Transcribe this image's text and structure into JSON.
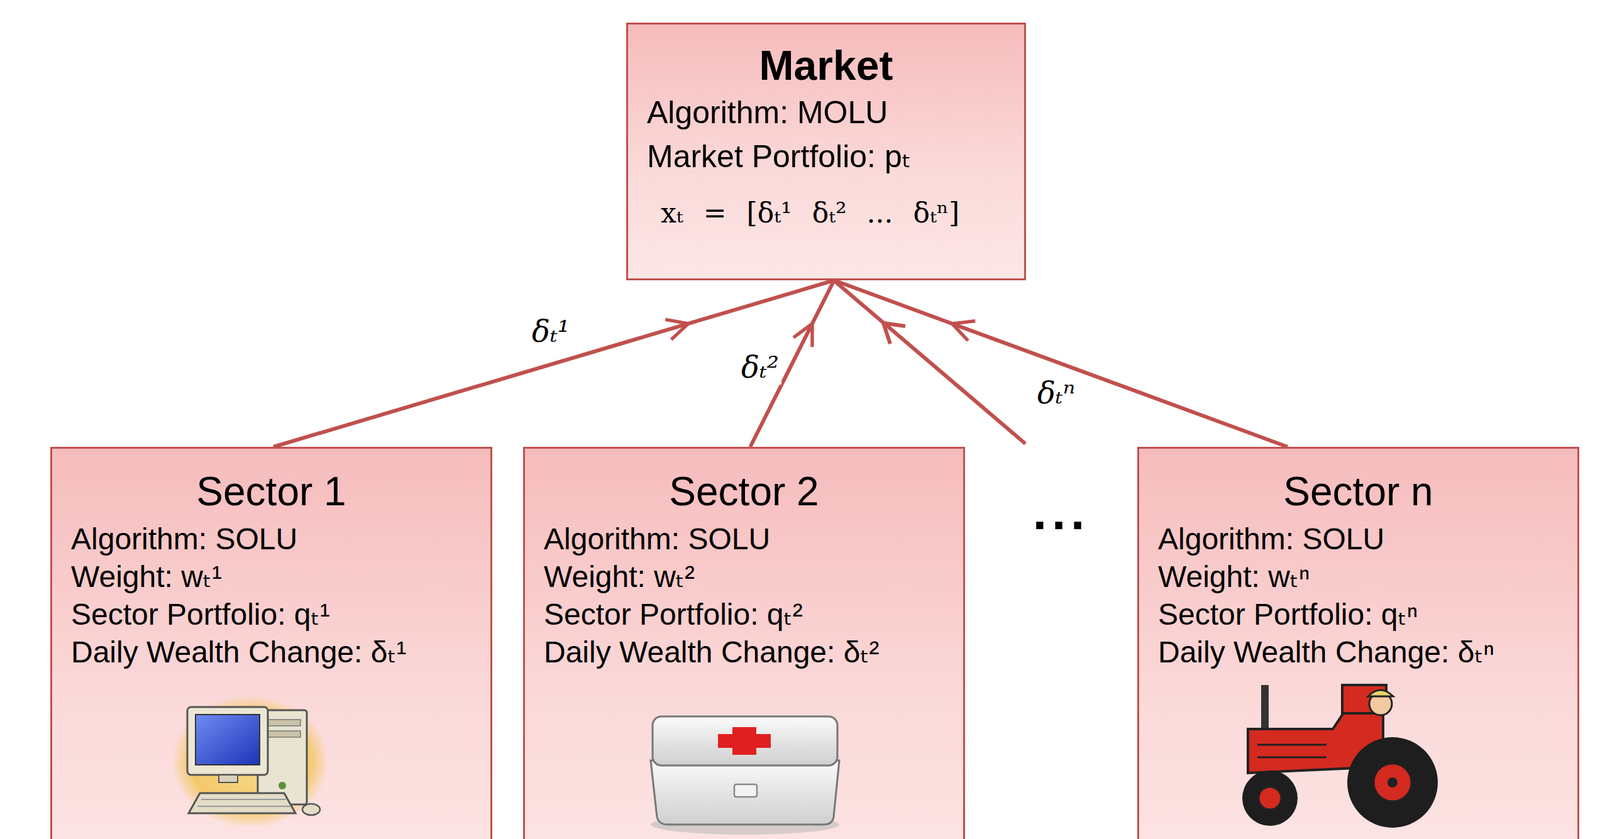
{
  "diagram": {
    "nodes": [
      {
        "text": [
          "Market",
          "Algorithm: MOLU",
          "Market Portfolio: pₜ",
          "xₜ = [δₜ¹ δₜ² ... δₜⁿ]"
        ]
      },
      {
        "text": [
          "Sector 1",
          "Algorithm: SOLU",
          "Weight: wₜ¹",
          "Sector Portfolio: qₜ¹",
          "Daily Wealth Change: δₜ¹"
        ]
      },
      {
        "text": [
          "Sector 2",
          "Algorithm: SOLU",
          "Weight: wₜ²",
          "Sector Portfolio: qₜ²",
          "Daily Wealth Change: δₜ²"
        ]
      },
      {
        "text": [
          "Sector n",
          "Algorithm: SOLU",
          "Weight: wₜⁿ",
          "Sector Portfolio: qₜⁿ",
          "Daily Wealth Change: δₜⁿ"
        ]
      }
    ],
    "edges": [
      {
        "from": 1,
        "to": 0,
        "arrow": "to",
        "label": "δₜ¹"
      },
      {
        "from": 2,
        "to": 0,
        "arrow": "to",
        "label": "δₜ²"
      },
      {
        "from": 3,
        "to": 0,
        "arrow": "to",
        "label": "δₜⁿ"
      }
    ],
    "labels": [
      "..."
    ]
  }
}
